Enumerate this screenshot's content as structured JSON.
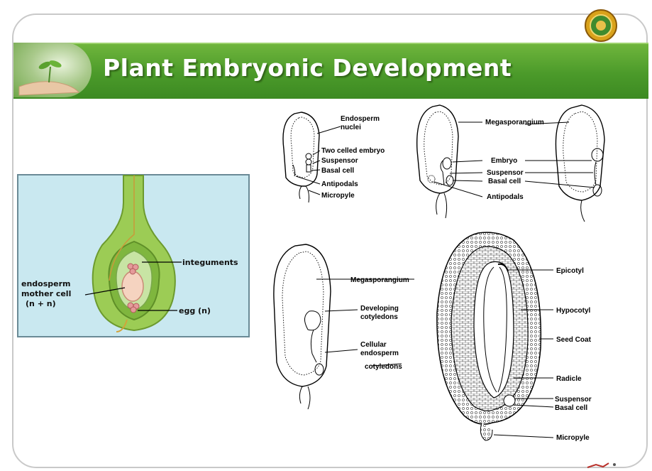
{
  "slide": {
    "title": "Plant Embryonic Development"
  },
  "ovule_illustration": {
    "labels": {
      "integuments": "integuments",
      "endosperm_line1": "endosperm",
      "endosperm_line2": "mother cell",
      "endosperm_line3": "(n + n)",
      "egg": "egg (n)"
    }
  },
  "diagram_top_left": {
    "labels": {
      "endosperm_1": "Endosperm",
      "endosperm_2": "nuclei",
      "two_celled": "Two celled embryo",
      "suspensor": "Suspensor",
      "basal_cell": "Basal cell",
      "antipodals": "Antipodals",
      "micropyle": "Micropyle"
    }
  },
  "diagram_top_right": {
    "labels": {
      "megasporangium": "Megasporangium",
      "embryo": "Embryo",
      "suspensor": "Suspensor",
      "basal_cell": "Basal cell",
      "antipodals": "Antipodals"
    }
  },
  "diagram_bottom_left": {
    "labels": {
      "megasporangium": "Megasporangium",
      "developing_1": "Developing",
      "developing_2": "cotyledons",
      "cellular_1": "Cellular",
      "cellular_2": "endosperm",
      "cotyledons": "cotyledons"
    }
  },
  "diagram_bottom_right": {
    "labels": {
      "epicotyl": "Epicotyl",
      "hypocotyl": "Hypocotyl",
      "seed_coat": "Seed Coat",
      "radicle": "Radicle",
      "suspensor": "Suspensor",
      "basal_cell": "Basal cell",
      "micropyle": "Micropyle"
    }
  },
  "colors": {
    "header_green": "#4b9a2a",
    "ovule_background": "#c9e8f0",
    "ovule_green": "#8fc24a"
  }
}
